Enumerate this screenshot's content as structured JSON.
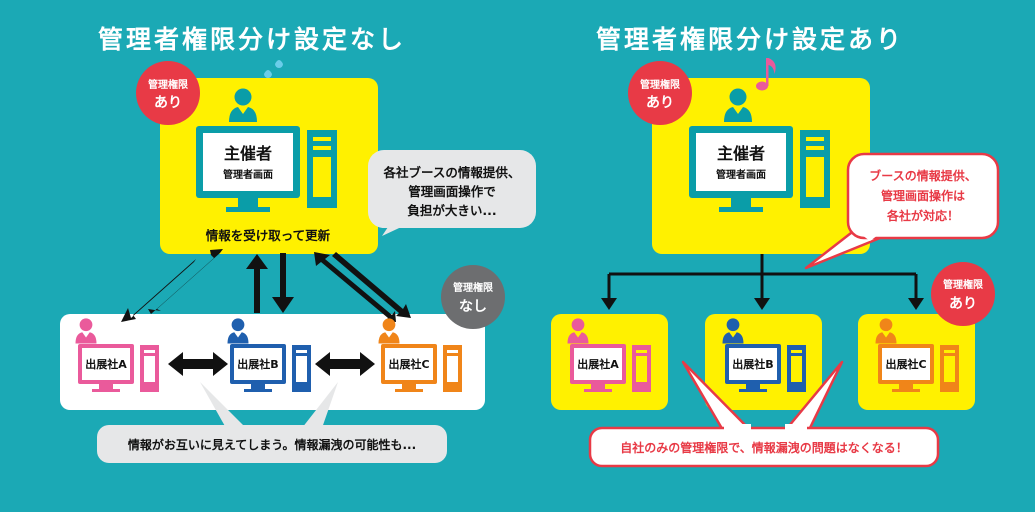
{
  "left": {
    "title": "管理者権限分け設定なし",
    "organizer_badge": {
      "line1": "管理権限",
      "line2": "あり"
    },
    "organizer_title": "主催者",
    "organizer_subtitle": "管理者画面",
    "receive_caption": "情報を受け取って更新",
    "burden_bubble": [
      "各社ブースの情報提供、",
      "管理画面操作で",
      "負担が大きい..."
    ],
    "exhibitor_badge": {
      "line1": "管理権限",
      "line2": "なし"
    },
    "exhibitors": [
      "出展社A",
      "出展社B",
      "出展社C"
    ],
    "leak_bubble": "情報がお互いに見えてしまう。情報漏洩の可能性も..."
  },
  "right": {
    "title": "管理者権限分け設定あり",
    "organizer_badge": {
      "line1": "管理権限",
      "line2": "あり"
    },
    "organizer_title": "主催者",
    "organizer_subtitle": "管理者画面",
    "handled_bubble": [
      "ブースの情報提供、",
      "管理画面操作は",
      "各社が対応！"
    ],
    "exhibitor_badge": {
      "line1": "管理権限",
      "line2": "あり"
    },
    "exhibitors": [
      "出展社A",
      "出展社B",
      "出展社C"
    ],
    "solved_bubble": "自社のみの管理権限で、情報漏洩の問題はなくなる！"
  },
  "colors": {
    "background": "#1ba9b5",
    "yellow_panel": "#fff100",
    "red_badge": "#e83a46",
    "gray_badge": "#6d6e70",
    "pink": "#ea5a9b",
    "blue": "#1f5fae",
    "orange": "#f08519",
    "teal_monitor": "#0a9da8"
  }
}
